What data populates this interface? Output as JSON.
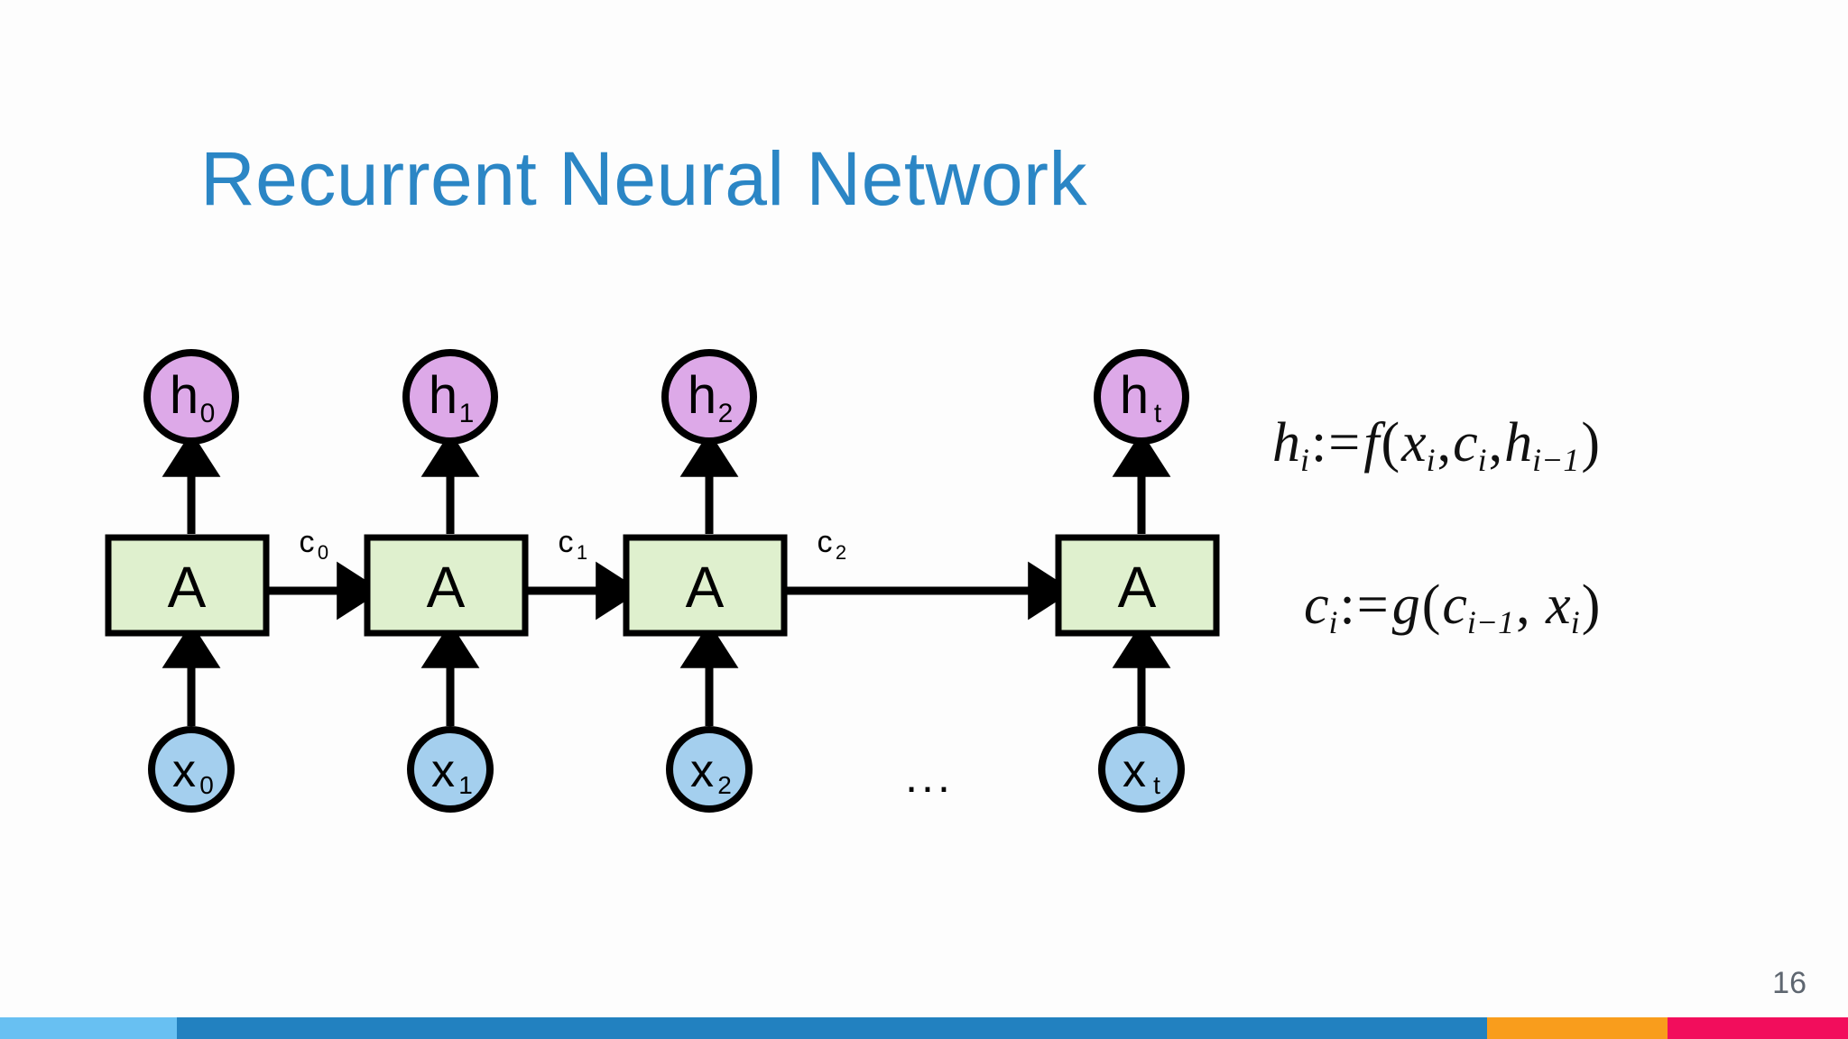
{
  "slide": {
    "title": "Recurrent Neural Network",
    "page_number": "16",
    "title_color": "#2b86c5",
    "background_color": "#fdfdfd"
  },
  "diagram": {
    "type": "rnn-unrolled",
    "cell_label": "A",
    "cell_fill": "#dff0ce",
    "cell_stroke": "#000000",
    "hidden_fill": "#dda9e8",
    "input_fill": "#a4cfee",
    "ellipsis": "...",
    "columns": [
      {
        "hidden": "h",
        "hidden_sub": "0",
        "cell": "A",
        "input": "x",
        "input_sub": "0"
      },
      {
        "hidden": "h",
        "hidden_sub": "1",
        "cell": "A",
        "input": "x",
        "input_sub": "1"
      },
      {
        "hidden": "h",
        "hidden_sub": "2",
        "cell": "A",
        "input": "x",
        "input_sub": "2"
      },
      {
        "hidden": "h",
        "hidden_sub": "t",
        "cell": "A",
        "input": "x",
        "input_sub": "t"
      }
    ],
    "state_arrows": [
      {
        "label": "c",
        "sub": "0"
      },
      {
        "label": "c",
        "sub": "1"
      },
      {
        "label": "c",
        "sub": "2"
      }
    ]
  },
  "formulas": {
    "hidden": {
      "lhs": "h",
      "lhs_sub": "i",
      "op": ":=",
      "fn": "f",
      "args": [
        "x",
        "c",
        "h"
      ],
      "arg_subs": [
        "i",
        "i",
        "i−1"
      ],
      "plain": "h_i := f(x_i, c_i, h_{i-1})"
    },
    "cell": {
      "lhs": "c",
      "lhs_sub": "i",
      "op": ":=",
      "fn": "g",
      "args": [
        "c",
        "x"
      ],
      "arg_subs": [
        "i−1",
        "i"
      ],
      "plain": "c_i := g(c_{i-1}, x_i)"
    }
  },
  "accent_bar": {
    "segments": [
      {
        "name": "light-blue",
        "color": "#68c0f2"
      },
      {
        "name": "blue",
        "color": "#2281c0"
      },
      {
        "name": "orange",
        "color": "#f99d1c"
      },
      {
        "name": "crimson",
        "color": "#f20d5c"
      }
    ]
  }
}
